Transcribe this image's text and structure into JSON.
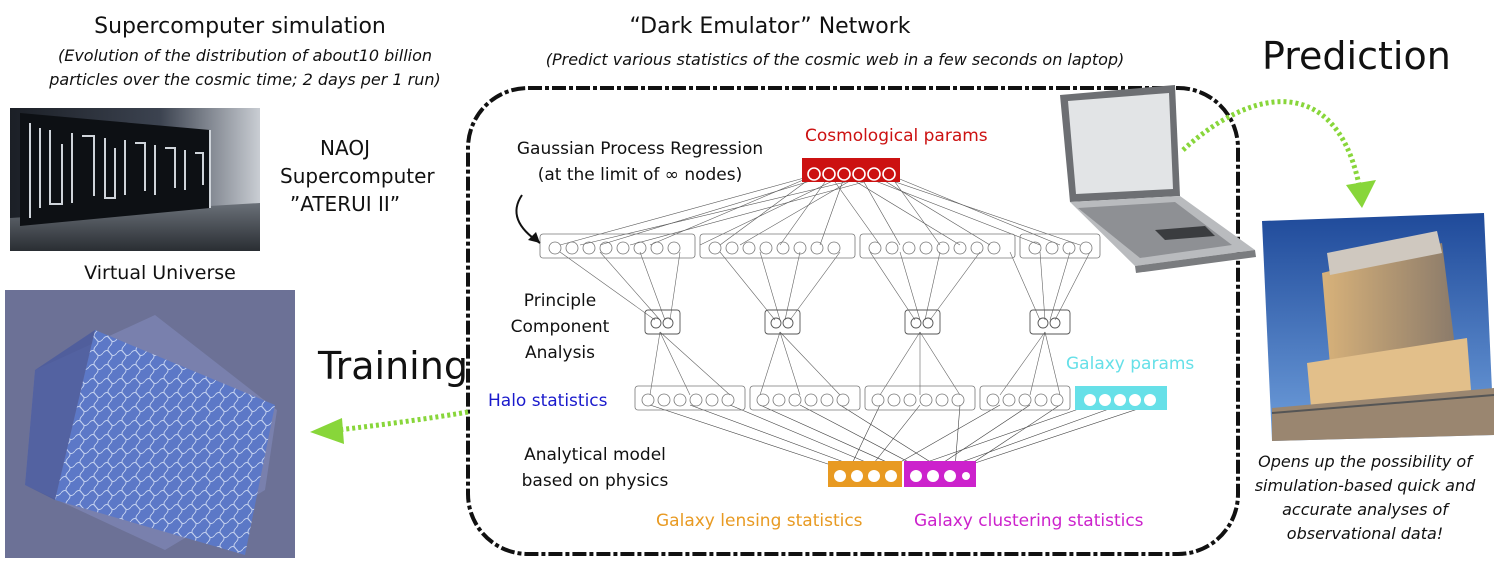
{
  "left": {
    "title": "Supercomputer simulation",
    "subtitle_line1": "(Evolution of the distribution of about10 billion",
    "subtitle_line2": "particles over the cosmic time; 2 days per 1 run)",
    "naoj_line1": "NAOJ",
    "naoj_line2": "Supercomputer",
    "naoj_line3": "”ATERUI II”",
    "universe_label": "Virtual Universe",
    "training_label": "Training"
  },
  "center": {
    "title": "“Dark Emulator” Network",
    "subtitle": "(Predict various statistics of the cosmic web in a few seconds on laptop)",
    "gpr_line1": "Gaussian Process Regression",
    "gpr_line2": "(at the limit of ∞ nodes)",
    "pca_line1": "Principle",
    "pca_line2": "Component",
    "pca_line3": "Analysis",
    "model_line1": "Analytical model",
    "model_line2": "based on physics",
    "cosmo_params": "Cosmological params",
    "halo_stats": "Halo statistics",
    "galaxy_params": "Galaxy params",
    "lensing_stats": "Galaxy lensing statistics",
    "clustering_stats": "Galaxy clustering statistics"
  },
  "right": {
    "prediction_label": "Prediction",
    "caption_line1": "Opens up the possibility of",
    "caption_line2": "simulation-based quick and",
    "caption_line3": "accurate analyses of",
    "caption_line4": "observational data!"
  },
  "colors": {
    "cosmo": "#cc1111",
    "halo": "#1a1acc",
    "galaxy_params": "#66e0e8",
    "lensing": "#e89a22",
    "clustering": "#cc22cc",
    "arrow": "#88d63a"
  },
  "icons": [
    "supercomputer-photo",
    "virtual-universe-cube",
    "laptop-icon",
    "telescope-photo",
    "curved-arrow-icon"
  ]
}
